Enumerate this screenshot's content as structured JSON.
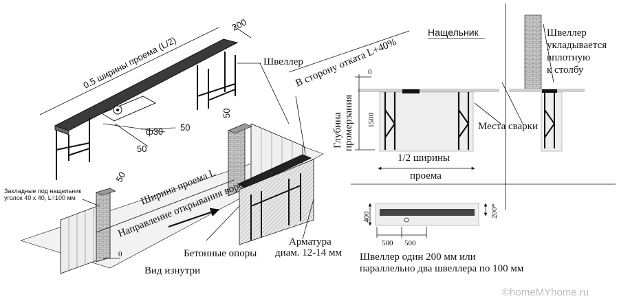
{
  "labels": {
    "half_width": "0.5 ширины проема (L/2)",
    "dim_200_top": "200",
    "phi30": "ф30",
    "dim_50_a": "50",
    "dim_50_b": "50",
    "dim_50_post": "50",
    "dim_50_post_left": "50",
    "shveller": "Швеллер",
    "rollback": "В сторону отката L+40%",
    "zakladnye_1": "Закладные под нащельник",
    "zakladnye_2": "уголок 40 х 40, L=100 мм",
    "opening_width": "Ширина проема L",
    "open_direction": "Направление открывания ворот",
    "zero_left": "0",
    "concrete": "Бетонные опоры",
    "rebar_1": "Арматура",
    "rebar_2": "диам. 12-14 мм",
    "view_inside": "Вид изнутри",
    "nashchelnik": "Нащельник",
    "zero_section": "0",
    "depth_1": "Глубина",
    "depth_2": "промерзания",
    "dim_1500": "1500",
    "weld": "Места сварки",
    "half_opening_1": "1/2 ширины",
    "half_opening_2": "проема",
    "shveller_note_1": "Швеллер",
    "shveller_note_2": "укладывается",
    "shveller_note_3": "вплотную",
    "shveller_note_4": "к столбу",
    "dim_400": "400",
    "dim_200_star": "200*",
    "dim_500_a": "500",
    "dim_500_b": "500",
    "bottom_note_1": "Швеллер один 200 мм или",
    "bottom_note_2": "параллельно два швеллера по 100 мм",
    "watermark": "©homeMYhome.ru"
  },
  "colors": {
    "ink": "#111111",
    "channel": "#333333",
    "ground": "#d9d9d9",
    "concrete": "#e9e9e9",
    "brick": "#b8b8b8",
    "watermark": "#bdbdbd"
  }
}
